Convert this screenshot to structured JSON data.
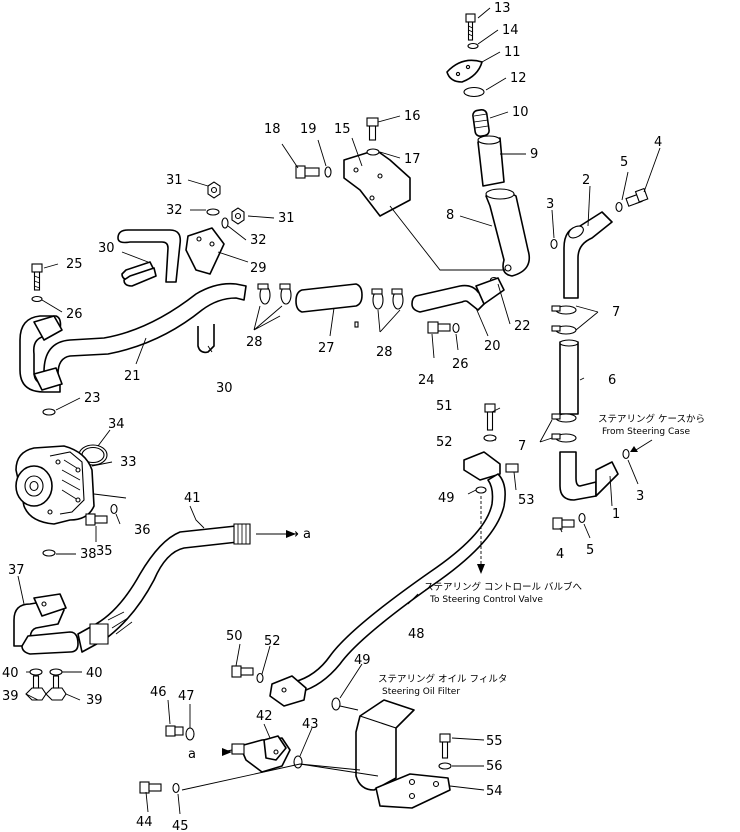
{
  "labels": [
    {
      "n": "13"
    },
    {
      "n": "14"
    },
    {
      "n": "11"
    },
    {
      "n": "12"
    },
    {
      "n": "10"
    },
    {
      "n": "9"
    },
    {
      "n": "16"
    },
    {
      "n": "17"
    },
    {
      "n": "15"
    },
    {
      "n": "18"
    },
    {
      "n": "19"
    },
    {
      "n": "8"
    },
    {
      "n": "2"
    },
    {
      "n": "5"
    },
    {
      "n": "4"
    },
    {
      "n": "3"
    },
    {
      "n": "31"
    },
    {
      "n": "32"
    },
    {
      "n": "31"
    },
    {
      "n": "32"
    },
    {
      "n": "30"
    },
    {
      "n": "29"
    },
    {
      "n": "25"
    },
    {
      "n": "26"
    },
    {
      "n": "21"
    },
    {
      "n": "28"
    },
    {
      "n": "27"
    },
    {
      "n": "28"
    },
    {
      "n": "22"
    },
    {
      "n": "20"
    },
    {
      "n": "7"
    },
    {
      "n": "24"
    },
    {
      "n": "26"
    },
    {
      "n": "30"
    },
    {
      "n": "6"
    },
    {
      "n": "23"
    },
    {
      "n": "34"
    },
    {
      "n": "33"
    },
    {
      "n": "51"
    },
    {
      "n": "52"
    },
    {
      "n": "7"
    },
    {
      "n": "49"
    },
    {
      "n": "53"
    },
    {
      "n": "3"
    },
    {
      "n": "1"
    },
    {
      "n": "41"
    },
    {
      "n": "36"
    },
    {
      "n": "35"
    },
    {
      "n": "38"
    },
    {
      "n": "5"
    },
    {
      "n": "4"
    },
    {
      "n": "37"
    },
    {
      "n": "48"
    },
    {
      "n": "40"
    },
    {
      "n": "40"
    },
    {
      "n": "39"
    },
    {
      "n": "39"
    },
    {
      "n": "50"
    },
    {
      "n": "52"
    },
    {
      "n": "49"
    },
    {
      "n": "46"
    },
    {
      "n": "47"
    },
    {
      "n": "42"
    },
    {
      "n": "43"
    },
    {
      "n": "55"
    },
    {
      "n": "56"
    },
    {
      "n": "54"
    },
    {
      "n": "44"
    },
    {
      "n": "45"
    }
  ],
  "refs": {
    "a_right": "→ a",
    "a_left": "a"
  },
  "notes": {
    "steering_case_jp": "ステアリング ケースから",
    "steering_case_en": "From Steering Case",
    "control_valve_jp": "ステアリング コントロール バルブへ",
    "control_valve_en": "To Steering Control Valve",
    "oil_filter_jp": "ステアリング オイル フィルタ",
    "oil_filter_en": "Steering Oil Filter"
  }
}
